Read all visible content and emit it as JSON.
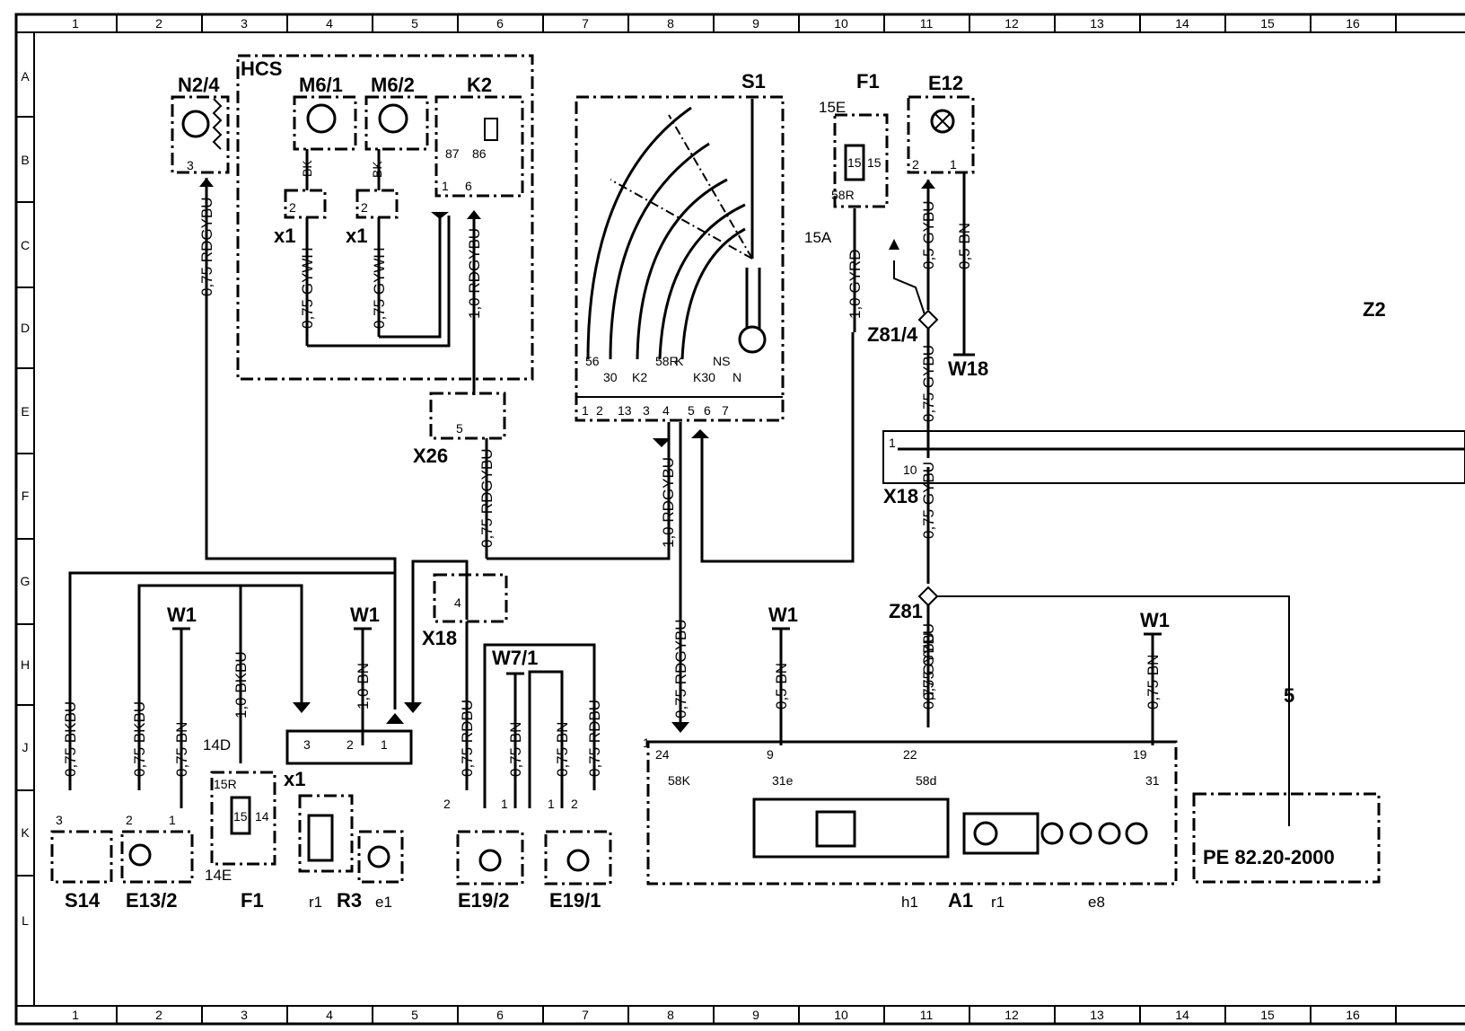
{
  "grid": {
    "columns": [
      "1",
      "2",
      "3",
      "4",
      "5",
      "6",
      "7",
      "8",
      "9",
      "10",
      "11",
      "12",
      "13",
      "14",
      "15",
      "16"
    ],
    "rows": [
      "A",
      "B",
      "C",
      "D",
      "E",
      "F",
      "G",
      "H",
      "J",
      "K",
      "L"
    ]
  },
  "components": {
    "n2_4": "N2/4",
    "hcs": "HCS",
    "m6_1": "M6/1",
    "m6_2": "M6/2",
    "k2": "K2",
    "s1": "S1",
    "f1_top": "F1",
    "e12": "E12",
    "z81_4": "Z81/4",
    "w18": "W18",
    "x26": "X26",
    "x18_top": "X18",
    "x18_mid": "X18",
    "z81": "Z81",
    "w1_a": "W1",
    "w1_b": "W1",
    "w1_c": "W1",
    "w1_d": "W1",
    "w7_1": "W7/1",
    "x1_a": "x1",
    "x1_b": "x1",
    "x1_c": "x1",
    "s14": "S14",
    "e13_2": "E13/2",
    "f1_bot": "F1",
    "r3": "R3",
    "e1": "e1",
    "r1_a": "r1",
    "e19_2": "E19/2",
    "e19_1": "E19/1",
    "h1": "h1",
    "a1": "A1",
    "r1_b": "r1",
    "e8": "e8",
    "z21": "Z2",
    "ref": "PE  82.20-2000",
    "ref_num": "5"
  },
  "wires": {
    "n2_4": "0,75 RDGYBU",
    "m6_1": "0,75 GYWH",
    "m6_2": "0,75 GYWH",
    "k2": "1,0 RDGYBU",
    "bk1": "BK",
    "bk2": "BK",
    "x26_down": "0,75 RDGYBU",
    "s1_out": "1,0 RDGYBU",
    "f1_top": "1,0 GYRD",
    "e12_a": "0,5 GYBU",
    "e12_b": "0,5 BN",
    "z81_4_down": "0,75 GYBU",
    "x18_down": "0,75 GYBU",
    "x18_down2": "0,75 GYBU",
    "s14": "0,75 BKBU",
    "e13_a": "0,75 BKBU",
    "e13_b": "0,75 BN",
    "f1_bot": "1,0 BKBU",
    "r3_w1": "1,0 BN",
    "e19_2_a": "0,75 RDBU",
    "e19_2_b": "0,75 BN",
    "e19_1_a": "0,75 BN",
    "e19_1_b": "0,75 RDBU",
    "a1_24": "0,75 RDGYBU",
    "a1_9": "0,5 BN",
    "a1_22": "0,75 GYBU",
    "a1_19": "0,75 BN"
  },
  "s1_pins_top": [
    "56",
    "30",
    "K2",
    "58R",
    "K",
    "K30",
    "NS",
    "N"
  ],
  "s1_pins_bot": [
    "1",
    "2",
    "13",
    "3",
    "4",
    "5",
    "6",
    "7"
  ],
  "a1_pins": [
    "24",
    "9",
    "22",
    "19"
  ],
  "a1_inner": [
    "58K",
    "31e",
    "58d",
    "31"
  ],
  "fuse": {
    "top_num": "15E",
    "bottom_num": "15A",
    "inner": "15",
    "side": "15",
    "tag": "58R"
  },
  "fuse2": {
    "top_num": "14D",
    "bottom_num": "14E",
    "inner": "15",
    "side": "14",
    "tag": "15R"
  },
  "k2_pins": [
    "87",
    "86",
    "1",
    "6"
  ],
  "e12_pins": [
    "2",
    "1"
  ],
  "x26_pin": "5",
  "x18_pins": [
    "1",
    "10"
  ],
  "x18_mid_pin": "4",
  "x1_pins": [
    "3",
    "2",
    "1"
  ],
  "small_pins": {
    "n2_4": "3",
    "x1a": "2",
    "x1b": "2",
    "s14": "3",
    "e13_a": "2",
    "e13_b": "1",
    "e19_2_a": "2",
    "e19_2_b": "1",
    "e19_1_a": "1",
    "e19_1_b": "2",
    "a1_corner": "1"
  }
}
